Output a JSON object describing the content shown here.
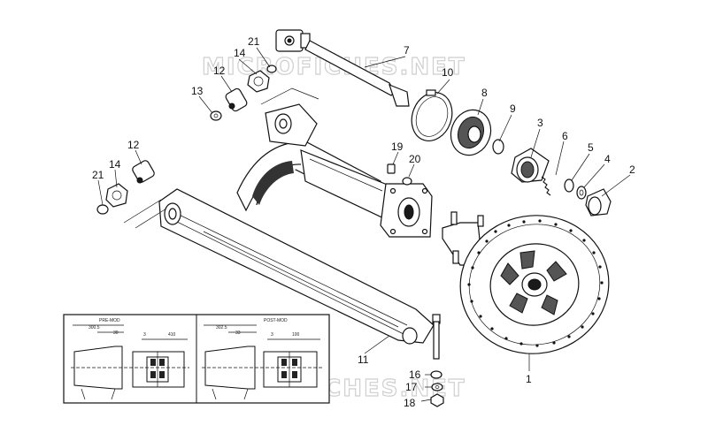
{
  "watermark": [
    "MICROFICHES.NET",
    "MICROFICHES.NET"
  ],
  "part_labels": [
    "1",
    "2",
    "3",
    "4",
    "5",
    "6",
    "7",
    "8",
    "9",
    "10",
    "11",
    "12",
    "12",
    "13",
    "14",
    "14",
    "16",
    "17",
    "18",
    "19",
    "20",
    "21",
    "21"
  ],
  "inset": {
    "left_caption": "PRE-MOD",
    "right_caption": "POST-MOD",
    "left_dims": [
      "300.5",
      "30",
      "410",
      "3"
    ],
    "right_dims": [
      "302.5",
      "33",
      "100",
      "3"
    ]
  }
}
